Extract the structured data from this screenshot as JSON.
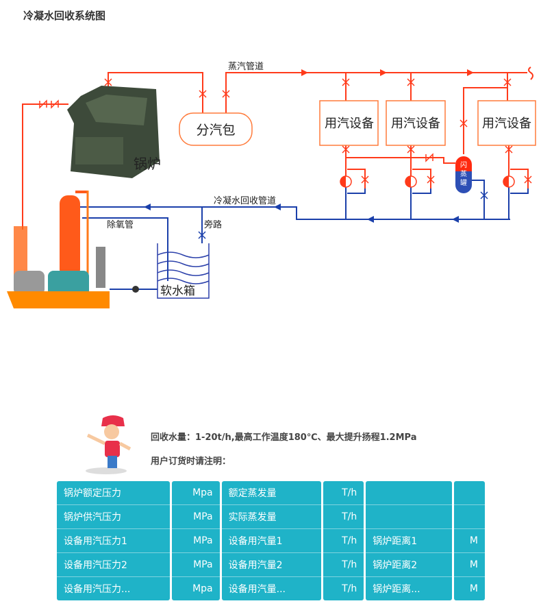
{
  "title": "冷凝水回收系统图",
  "diagram": {
    "steam_pipe": "蒸汽管道",
    "header": "分汽包",
    "boiler": "锅炉",
    "equipment": [
      "用汽设备",
      "用汽设备",
      "用汽设备"
    ],
    "flash_tank": [
      "闪",
      "蒸",
      "罐"
    ],
    "return_pipe": "冷凝水回收管道",
    "deaerator_pipe": "除氧管",
    "bypass": "旁路",
    "soft_tank": "软水箱",
    "colors": {
      "steam": "#ff3a1a",
      "return": "#1a3faa"
    }
  },
  "info": {
    "line1": "回收水量：1-20t/h,最高工作温度180℃、最大提升扬程1.2MPa",
    "line2": "用户订货时请注明："
  },
  "table": [
    [
      "锅炉额定压力",
      "Mpa",
      "额定蒸发量",
      "T/h",
      "",
      ""
    ],
    [
      "锅炉供汽压力",
      "MPa",
      "实际蒸发量",
      "T/h",
      "",
      ""
    ],
    [
      "设备用汽压力1",
      "MPa",
      "设备用汽量1",
      "T/h",
      "锅炉距离1",
      "M"
    ],
    [
      "设备用汽压力2",
      "MPa",
      "设备用汽量2",
      "T/h",
      "锅炉距离2",
      "M"
    ],
    [
      "设备用汽压力...",
      "Mpa",
      "设备用汽量...",
      "T/h",
      "锅炉距离...",
      "M"
    ]
  ]
}
